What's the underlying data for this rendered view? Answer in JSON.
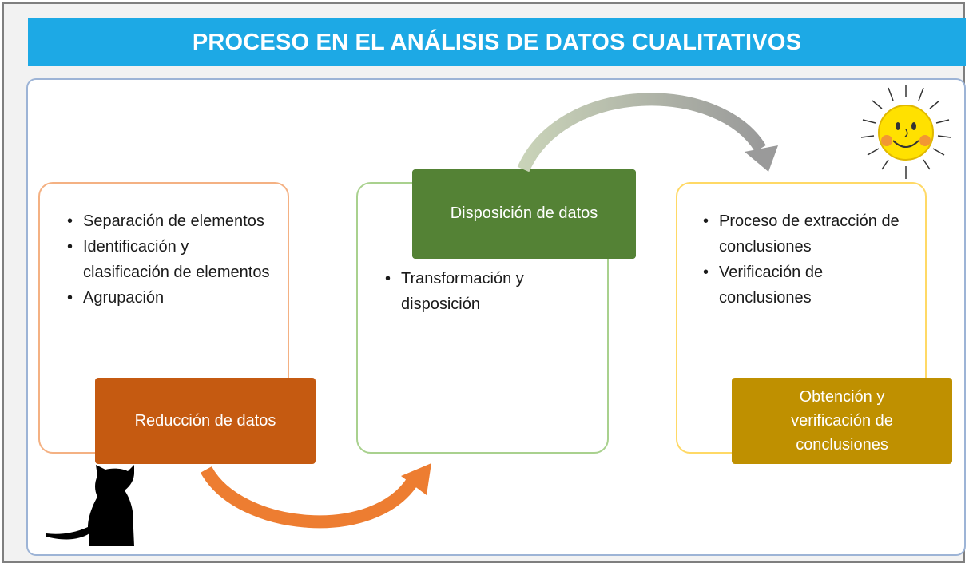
{
  "title": "PROCESO EN EL ANÁLISIS DE DATOS CUALITATIVOS",
  "stages": [
    {
      "label": "Reducción de datos",
      "items": [
        "Separación de elementos",
        "Identificación y clasificación de elementos",
        "Agrupación"
      ]
    },
    {
      "label": "Disposición de datos",
      "items": [
        "Transformación y disposición"
      ]
    },
    {
      "label": "Obtención y verificación de conclusiones",
      "items": [
        "Proceso de extracción de conclusiones",
        "Verificación de conclusiones"
      ]
    }
  ],
  "colors": {
    "title_bg": "#1da9e5",
    "stage1": "#c55a11",
    "stage1_border": "#f4b183",
    "stage2": "#548235",
    "stage2_border": "#a9d18e",
    "stage3": "#bf9000",
    "stage3_border": "#ffd966",
    "arrow_orange": "#ed7d31",
    "arrow_gray": "#a5a5a5"
  },
  "decorations": [
    "cat-silhouette",
    "smiling-sun"
  ]
}
